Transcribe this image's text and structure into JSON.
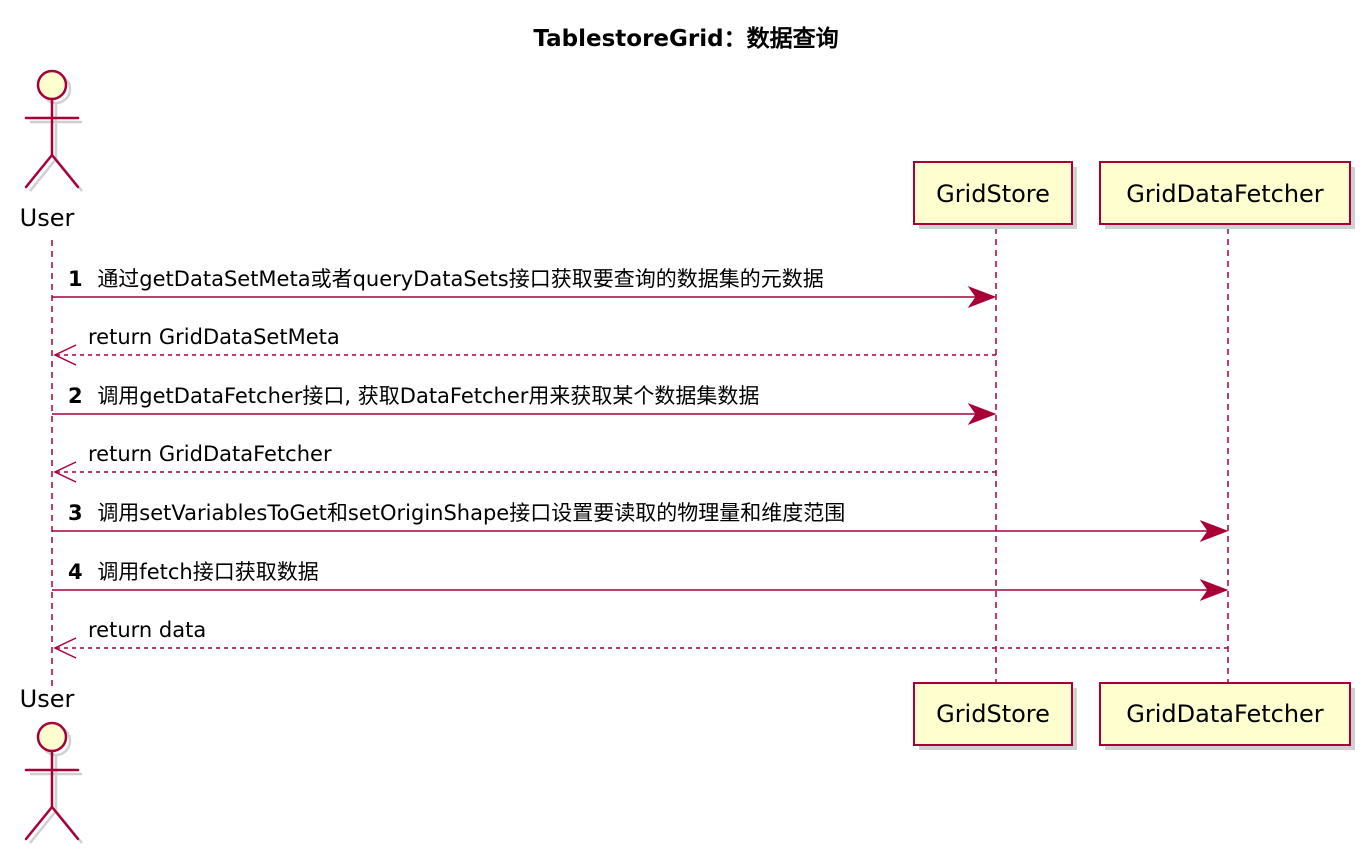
{
  "title": "TablestoreGrid：数据查询",
  "colors": {
    "line": "#A80036",
    "box_fill": "#FEFECE",
    "shadow": "#d0d0d0"
  },
  "actor": {
    "name_top": "User",
    "name_bottom": "User"
  },
  "participants": [
    {
      "name_top": "GridStore",
      "name_bottom": "GridStore"
    },
    {
      "name_top": "GridDataFetcher",
      "name_bottom": "GridDataFetcher"
    }
  ],
  "messages": [
    {
      "num": "1",
      "text": "通过getDataSetMeta或者queryDataSets接口获取要查询的数据集的元数据",
      "from": "User",
      "to": "GridStore",
      "style": "solid"
    },
    {
      "num": "",
      "text": "return GridDataSetMeta",
      "from": "GridStore",
      "to": "User",
      "style": "dashed"
    },
    {
      "num": "2",
      "text": "调用getDataFetcher接口, 获取DataFetcher用来获取某个数据集数据",
      "from": "User",
      "to": "GridStore",
      "style": "solid"
    },
    {
      "num": "",
      "text": "return GridDataFetcher",
      "from": "GridStore",
      "to": "User",
      "style": "dashed"
    },
    {
      "num": "3",
      "text": "调用setVariablesToGet和setOriginShape接口设置要读取的物理量和维度范围",
      "from": "User",
      "to": "GridDataFetcher",
      "style": "solid"
    },
    {
      "num": "4",
      "text": "调用fetch接口获取数据",
      "from": "User",
      "to": "GridDataFetcher",
      "style": "solid"
    },
    {
      "num": "",
      "text": "return data",
      "from": "GridDataFetcher",
      "to": "User",
      "style": "dashed"
    }
  ]
}
